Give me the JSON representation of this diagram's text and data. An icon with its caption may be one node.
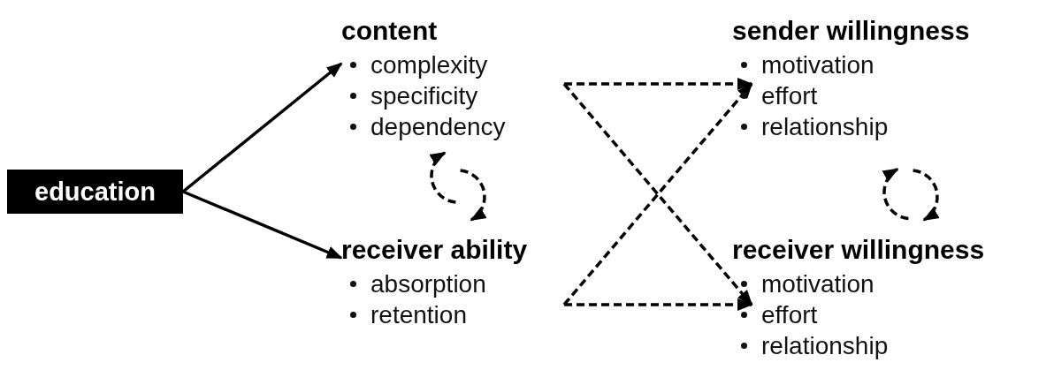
{
  "diagram": {
    "nodes": [
      {
        "text": [
          "education"
        ]
      },
      {
        "text": [
          "content",
          "complexity",
          "specificity",
          "dependency"
        ]
      },
      {
        "text": [
          "receiver ability",
          "absorption",
          "retention"
        ]
      },
      {
        "text": [
          "sender willingness",
          "motivation",
          "effort",
          "relationship"
        ]
      },
      {
        "text": [
          "receiver willingness",
          "motivation",
          "effort",
          "relationship"
        ]
      }
    ],
    "edges": [
      {
        "from": 0,
        "to": 1,
        "arrow": "to"
      },
      {
        "from": 0,
        "to": 2,
        "arrow": "to"
      },
      {
        "from": 2,
        "to": 1,
        "arrow": "to",
        "style": "dashed"
      },
      {
        "from": 1,
        "to": 2,
        "arrow": "to",
        "style": "dashed"
      },
      {
        "from": 1,
        "to": 3,
        "arrow": "to",
        "style": "dashed"
      },
      {
        "from": 1,
        "to": 4,
        "arrow": "to",
        "style": "dashed"
      },
      {
        "from": 2,
        "to": 3,
        "arrow": "to",
        "style": "dashed"
      },
      {
        "from": 2,
        "to": 4,
        "arrow": "to",
        "style": "dashed"
      },
      {
        "from": 4,
        "to": 3,
        "arrow": "to",
        "style": "dashed"
      },
      {
        "from": 3,
        "to": 4,
        "arrow": "to",
        "style": "dashed"
      }
    ]
  }
}
